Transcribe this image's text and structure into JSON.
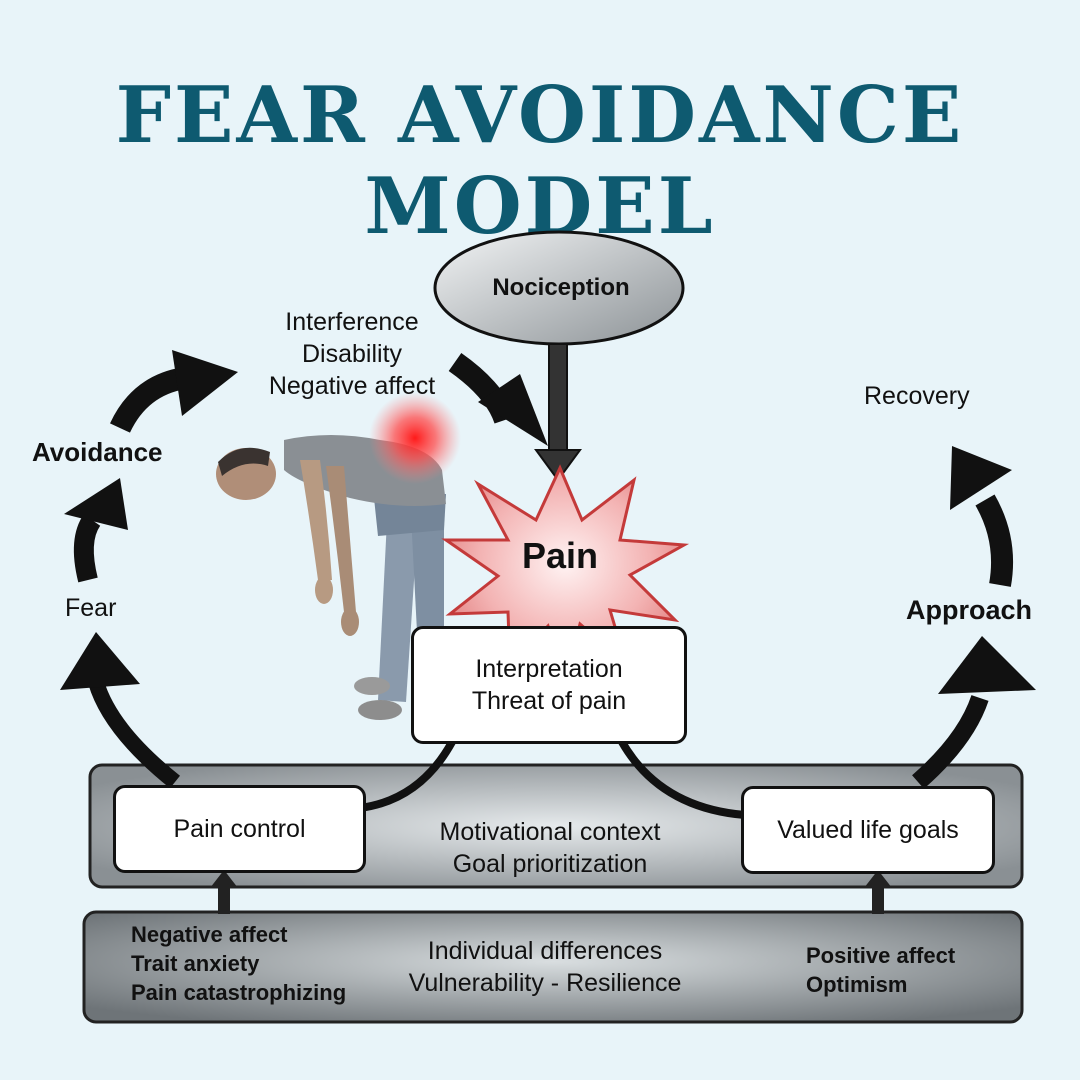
{
  "title": "FEAR AVOIDANCE MODEL",
  "nodes": {
    "nociception": "Nociception",
    "pain": "Pain",
    "interpretation": [
      "Interpretation",
      "Threat of pain"
    ],
    "consequences": [
      "Interference",
      "Disability",
      "Negative affect"
    ],
    "avoidance": "Avoidance",
    "fear": "Fear",
    "recovery": "Recovery",
    "approach": "Approach",
    "pain_control": "Pain control",
    "valued_life_goals": "Valued life goals",
    "motivational": [
      "Motivational context",
      "Goal prioritization"
    ],
    "individual": [
      "Individual differences",
      "Vulnerability - Resilience"
    ],
    "vulnerability_factors": [
      "Negative affect",
      "Trait anxiety",
      "Pain catastrophizing"
    ],
    "resilience_factors": [
      "Positive affect",
      "Optimism"
    ]
  },
  "colors": {
    "title": "#0e5a70",
    "background": "#e8f4f9",
    "pain_burst": "#f0a0a0",
    "hotspot": "#ff2a2a"
  }
}
